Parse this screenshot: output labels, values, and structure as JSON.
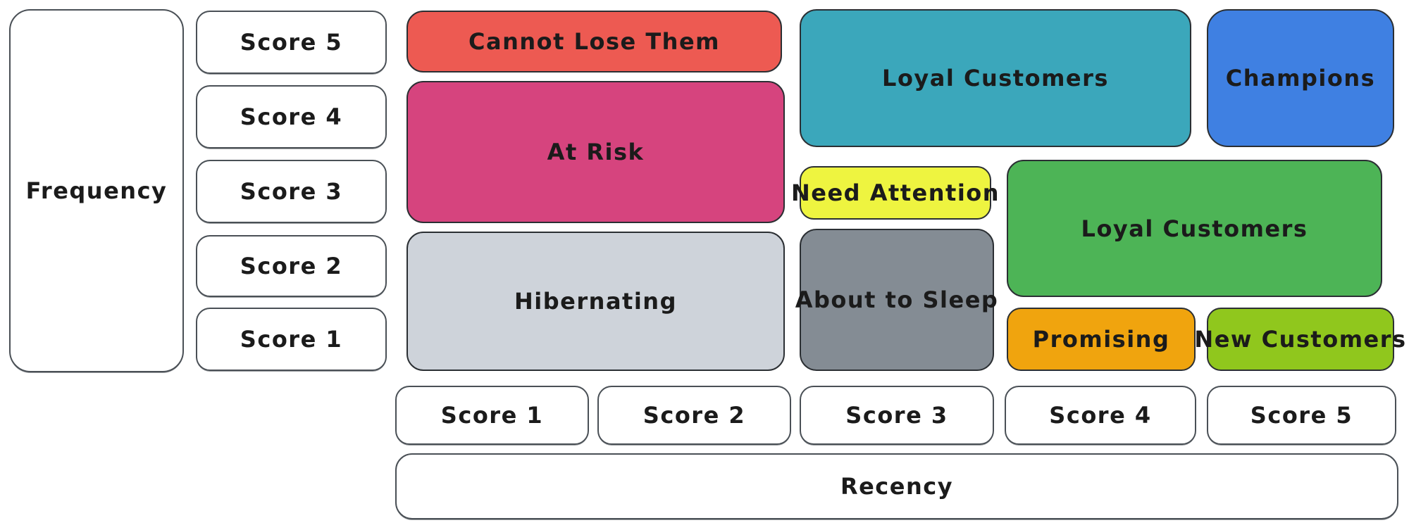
{
  "diagram": {
    "type": "rfm-segmentation-grid",
    "y_axis": {
      "label": "Frequency",
      "scores": [
        "Score 5",
        "Score 4",
        "Score 3",
        "Score 2",
        "Score 1"
      ]
    },
    "x_axis": {
      "label": "Recency",
      "scores": [
        "Score 1",
        "Score 2",
        "Score 3",
        "Score 4",
        "Score 5"
      ]
    },
    "segments": {
      "cannot_lose_them": {
        "label": "Cannot Lose Them",
        "color": "#ed5a52"
      },
      "at_risk": {
        "label": "At Risk",
        "color": "#d6447e"
      },
      "hibernating": {
        "label": "Hibernating",
        "color": "#ced3da"
      },
      "loyal_customers_top": {
        "label": "Loyal Customers",
        "color": "#3ba7bb"
      },
      "champions": {
        "label": "Champions",
        "color": "#3f80e2"
      },
      "need_attention": {
        "label": "Need Attention",
        "color": "#eef440"
      },
      "loyal_customers_mid": {
        "label": "Loyal Customers",
        "color": "#4db456"
      },
      "about_to_sleep": {
        "label": "About to Sleep",
        "color": "#848c94"
      },
      "promising": {
        "label": "Promising",
        "color": "#f0a40e"
      },
      "new_customers": {
        "label": "New Customers",
        "color": "#90c71d"
      }
    },
    "colors": {
      "canvas_bg": "#ffffff",
      "box_border": "#2e3338",
      "label_box_bg": "#ffffff",
      "text": "#1b1b1b"
    }
  }
}
